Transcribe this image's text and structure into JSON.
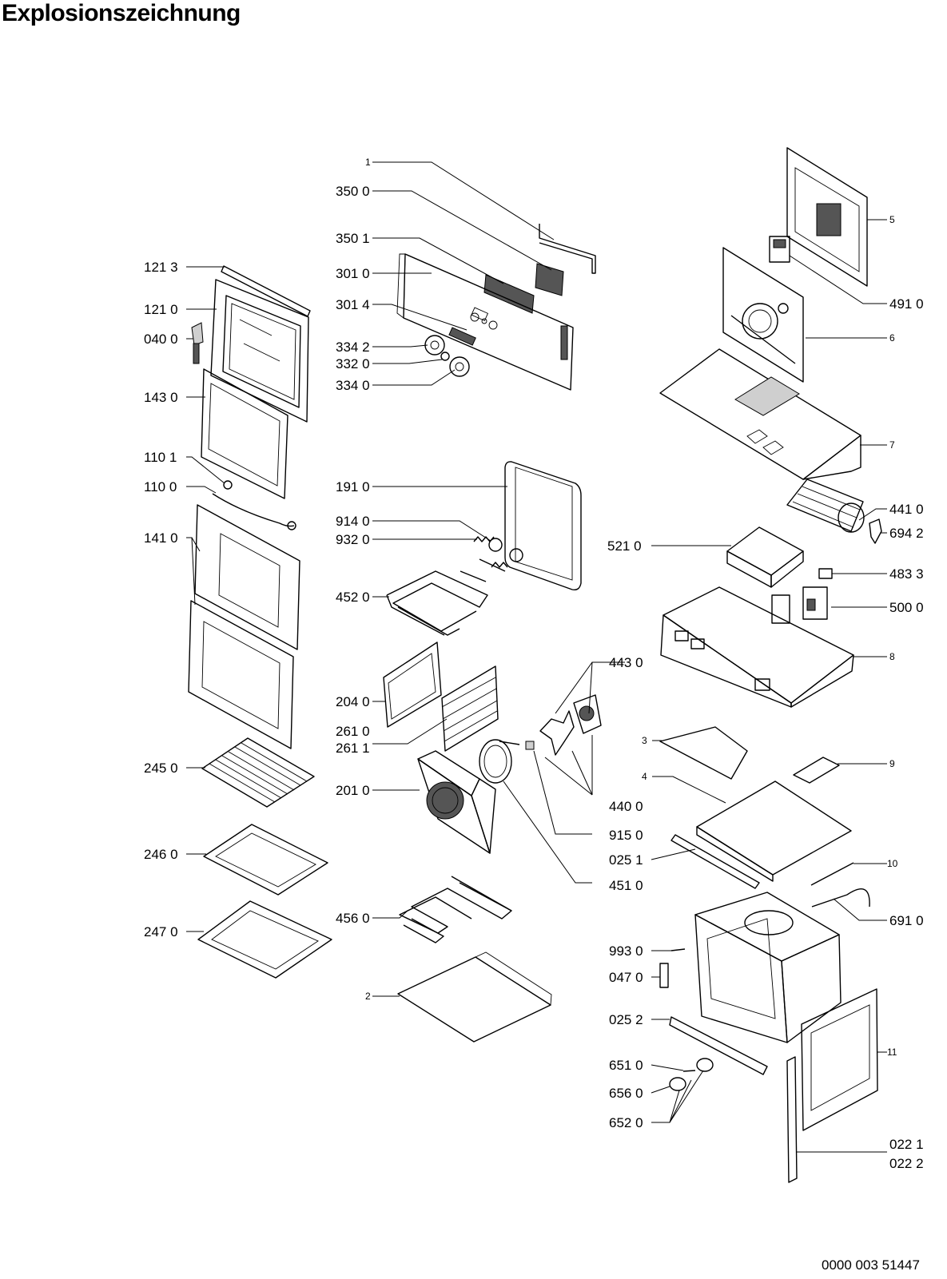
{
  "title": "Explosionszeichnung",
  "document_id": "0000 003 51447",
  "labels": {
    "l1": "1",
    "l3500": "350 0",
    "l3501": "350 1",
    "l3010": "301 0",
    "l3014": "301 4",
    "l3342": "334 2",
    "l3320": "332 0",
    "l3340": "334 0",
    "l1213": "121 3",
    "l1210": "121 0",
    "l0400": "040 0",
    "l1430": "143 0",
    "l1101": "110 1",
    "l1100": "110 0",
    "l1410": "141 0",
    "l2450": "245 0",
    "l2460": "246 0",
    "l2470": "247 0",
    "l1910": "191 0",
    "l9140": "914 0",
    "l9320": "932 0",
    "l4520": "452 0",
    "l2040": "204 0",
    "l2610": "261 0",
    "l2611": "261 1",
    "l2010": "201 0",
    "l4560": "456 0",
    "l2": "2",
    "l4430": "443 0",
    "l4400": "440 0",
    "l9150": "915 0",
    "l4510": "451 0",
    "l0251": "025 1",
    "l5": "5",
    "l4910": "491 0",
    "l6": "6",
    "l7": "7",
    "l4410": "441 0",
    "l6942": "694 2",
    "l5210": "521 0",
    "l4833": "483 3",
    "l5000": "500 0",
    "l8": "8",
    "l3": "3",
    "l4": "4",
    "l9": "9",
    "l10": "10",
    "l6910": "691 0",
    "l9930": "993 0",
    "l0470": "047 0",
    "l0252": "025 2",
    "l11": "11",
    "l6510": "651 0",
    "l6560": "656 0",
    "l6520": "652 0",
    "l0221": "022 1",
    "l0222": "022 2"
  }
}
